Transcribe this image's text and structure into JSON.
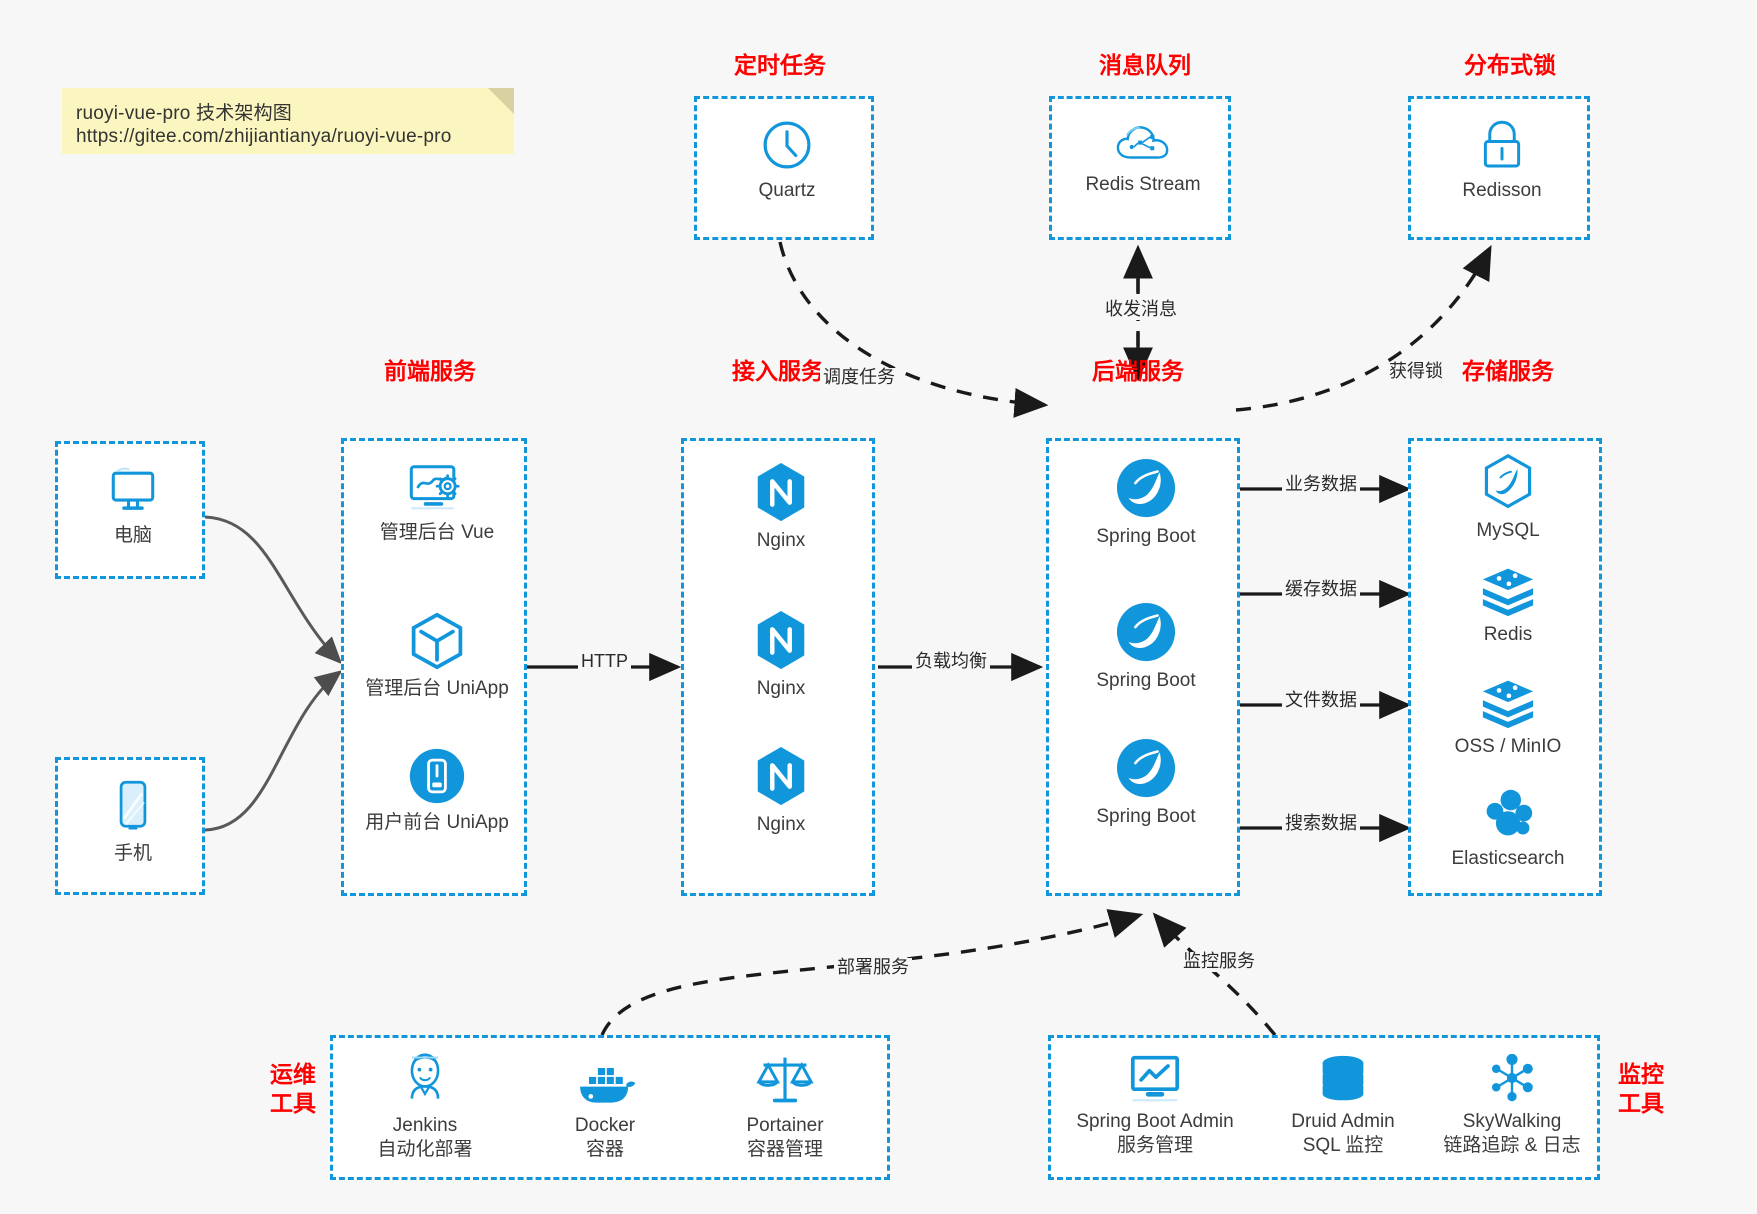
{
  "note": {
    "line1": "ruoyi-vue-pro 技术架构图",
    "line2": "https://gitee.com/zhijiantianya/ruoyi-vue-pro"
  },
  "colors": {
    "accent": "#1296db",
    "title_red": "#ff0000",
    "text": "#3c3c3c",
    "edge": "#4d4d4d",
    "background": "#f7f7f7",
    "note_bg": "#fbf5bf"
  },
  "groups": {
    "scheduler": {
      "title": "定时任务",
      "nodes": [
        {
          "label": "Quartz",
          "icon": "clock-icon"
        }
      ]
    },
    "mq": {
      "title": "消息队列",
      "nodes": [
        {
          "label": "Redis Stream",
          "icon": "cloud-stream-icon"
        }
      ]
    },
    "lock": {
      "title": "分布式锁",
      "nodes": [
        {
          "label": "Redisson",
          "icon": "lock-icon"
        }
      ]
    },
    "clients": {
      "nodes": [
        {
          "label": "电脑",
          "icon": "desktop-icon"
        },
        {
          "label": "手机",
          "icon": "phone-icon"
        }
      ]
    },
    "frontend": {
      "title": "前端服务",
      "nodes": [
        {
          "label": "管理后台 Vue",
          "icon": "dashboard-gear-icon"
        },
        {
          "label": "管理后台 UniApp",
          "icon": "cube-icon"
        },
        {
          "label": "用户前台 UniApp",
          "icon": "mobile-app-icon"
        }
      ]
    },
    "gateway": {
      "title": "接入服务",
      "nodes": [
        {
          "label": "Nginx",
          "icon": "nginx-icon"
        },
        {
          "label": "Nginx",
          "icon": "nginx-icon"
        },
        {
          "label": "Nginx",
          "icon": "nginx-icon"
        }
      ]
    },
    "backend": {
      "title": "后端服务",
      "nodes": [
        {
          "label": "Spring Boot",
          "icon": "spring-leaf-icon"
        },
        {
          "label": "Spring Boot",
          "icon": "spring-leaf-icon"
        },
        {
          "label": "Spring Boot",
          "icon": "spring-leaf-icon"
        }
      ]
    },
    "storage": {
      "title": "存储服务",
      "nodes": [
        {
          "label": "MySQL",
          "icon": "mysql-dolphin-icon"
        },
        {
          "label": "Redis",
          "icon": "redis-stack-icon"
        },
        {
          "label": "OSS / MinIO",
          "icon": "redis-stack-icon"
        },
        {
          "label": "Elasticsearch",
          "icon": "elasticsearch-icon"
        }
      ]
    },
    "devops": {
      "title_line1": "运维",
      "title_line2": "工具",
      "nodes": [
        {
          "label": "Jenkins",
          "sublabel": "自动化部署",
          "icon": "jenkins-butler-icon"
        },
        {
          "label": "Docker",
          "sublabel": "容器",
          "icon": "docker-whale-icon"
        },
        {
          "label": "Portainer",
          "sublabel": "容器管理",
          "icon": "scales-icon"
        }
      ]
    },
    "monitor": {
      "title_line1": "监控",
      "title_line2": "工具",
      "nodes": [
        {
          "label": "Spring Boot Admin",
          "sublabel": "服务管理",
          "icon": "monitor-chart-icon"
        },
        {
          "label": "Druid Admin",
          "sublabel": "SQL 监控",
          "icon": "database-icon"
        },
        {
          "label": "SkyWalking",
          "sublabel": "链路追踪 & 日志",
          "icon": "skywalking-icon"
        }
      ]
    }
  },
  "edges": [
    {
      "id": "schedule-task",
      "label": "调度任务"
    },
    {
      "id": "send-receive-message",
      "label": "收发消息"
    },
    {
      "id": "acquire-lock",
      "label": "获得锁"
    },
    {
      "id": "http",
      "label": "HTTP"
    },
    {
      "id": "load-balance",
      "label": "负载均衡"
    },
    {
      "id": "business-data",
      "label": "业务数据"
    },
    {
      "id": "cache-data",
      "label": "缓存数据"
    },
    {
      "id": "file-data",
      "label": "文件数据"
    },
    {
      "id": "search-data",
      "label": "搜索数据"
    },
    {
      "id": "deploy-service",
      "label": "部署服务"
    },
    {
      "id": "monitor-service",
      "label": "监控服务"
    }
  ]
}
